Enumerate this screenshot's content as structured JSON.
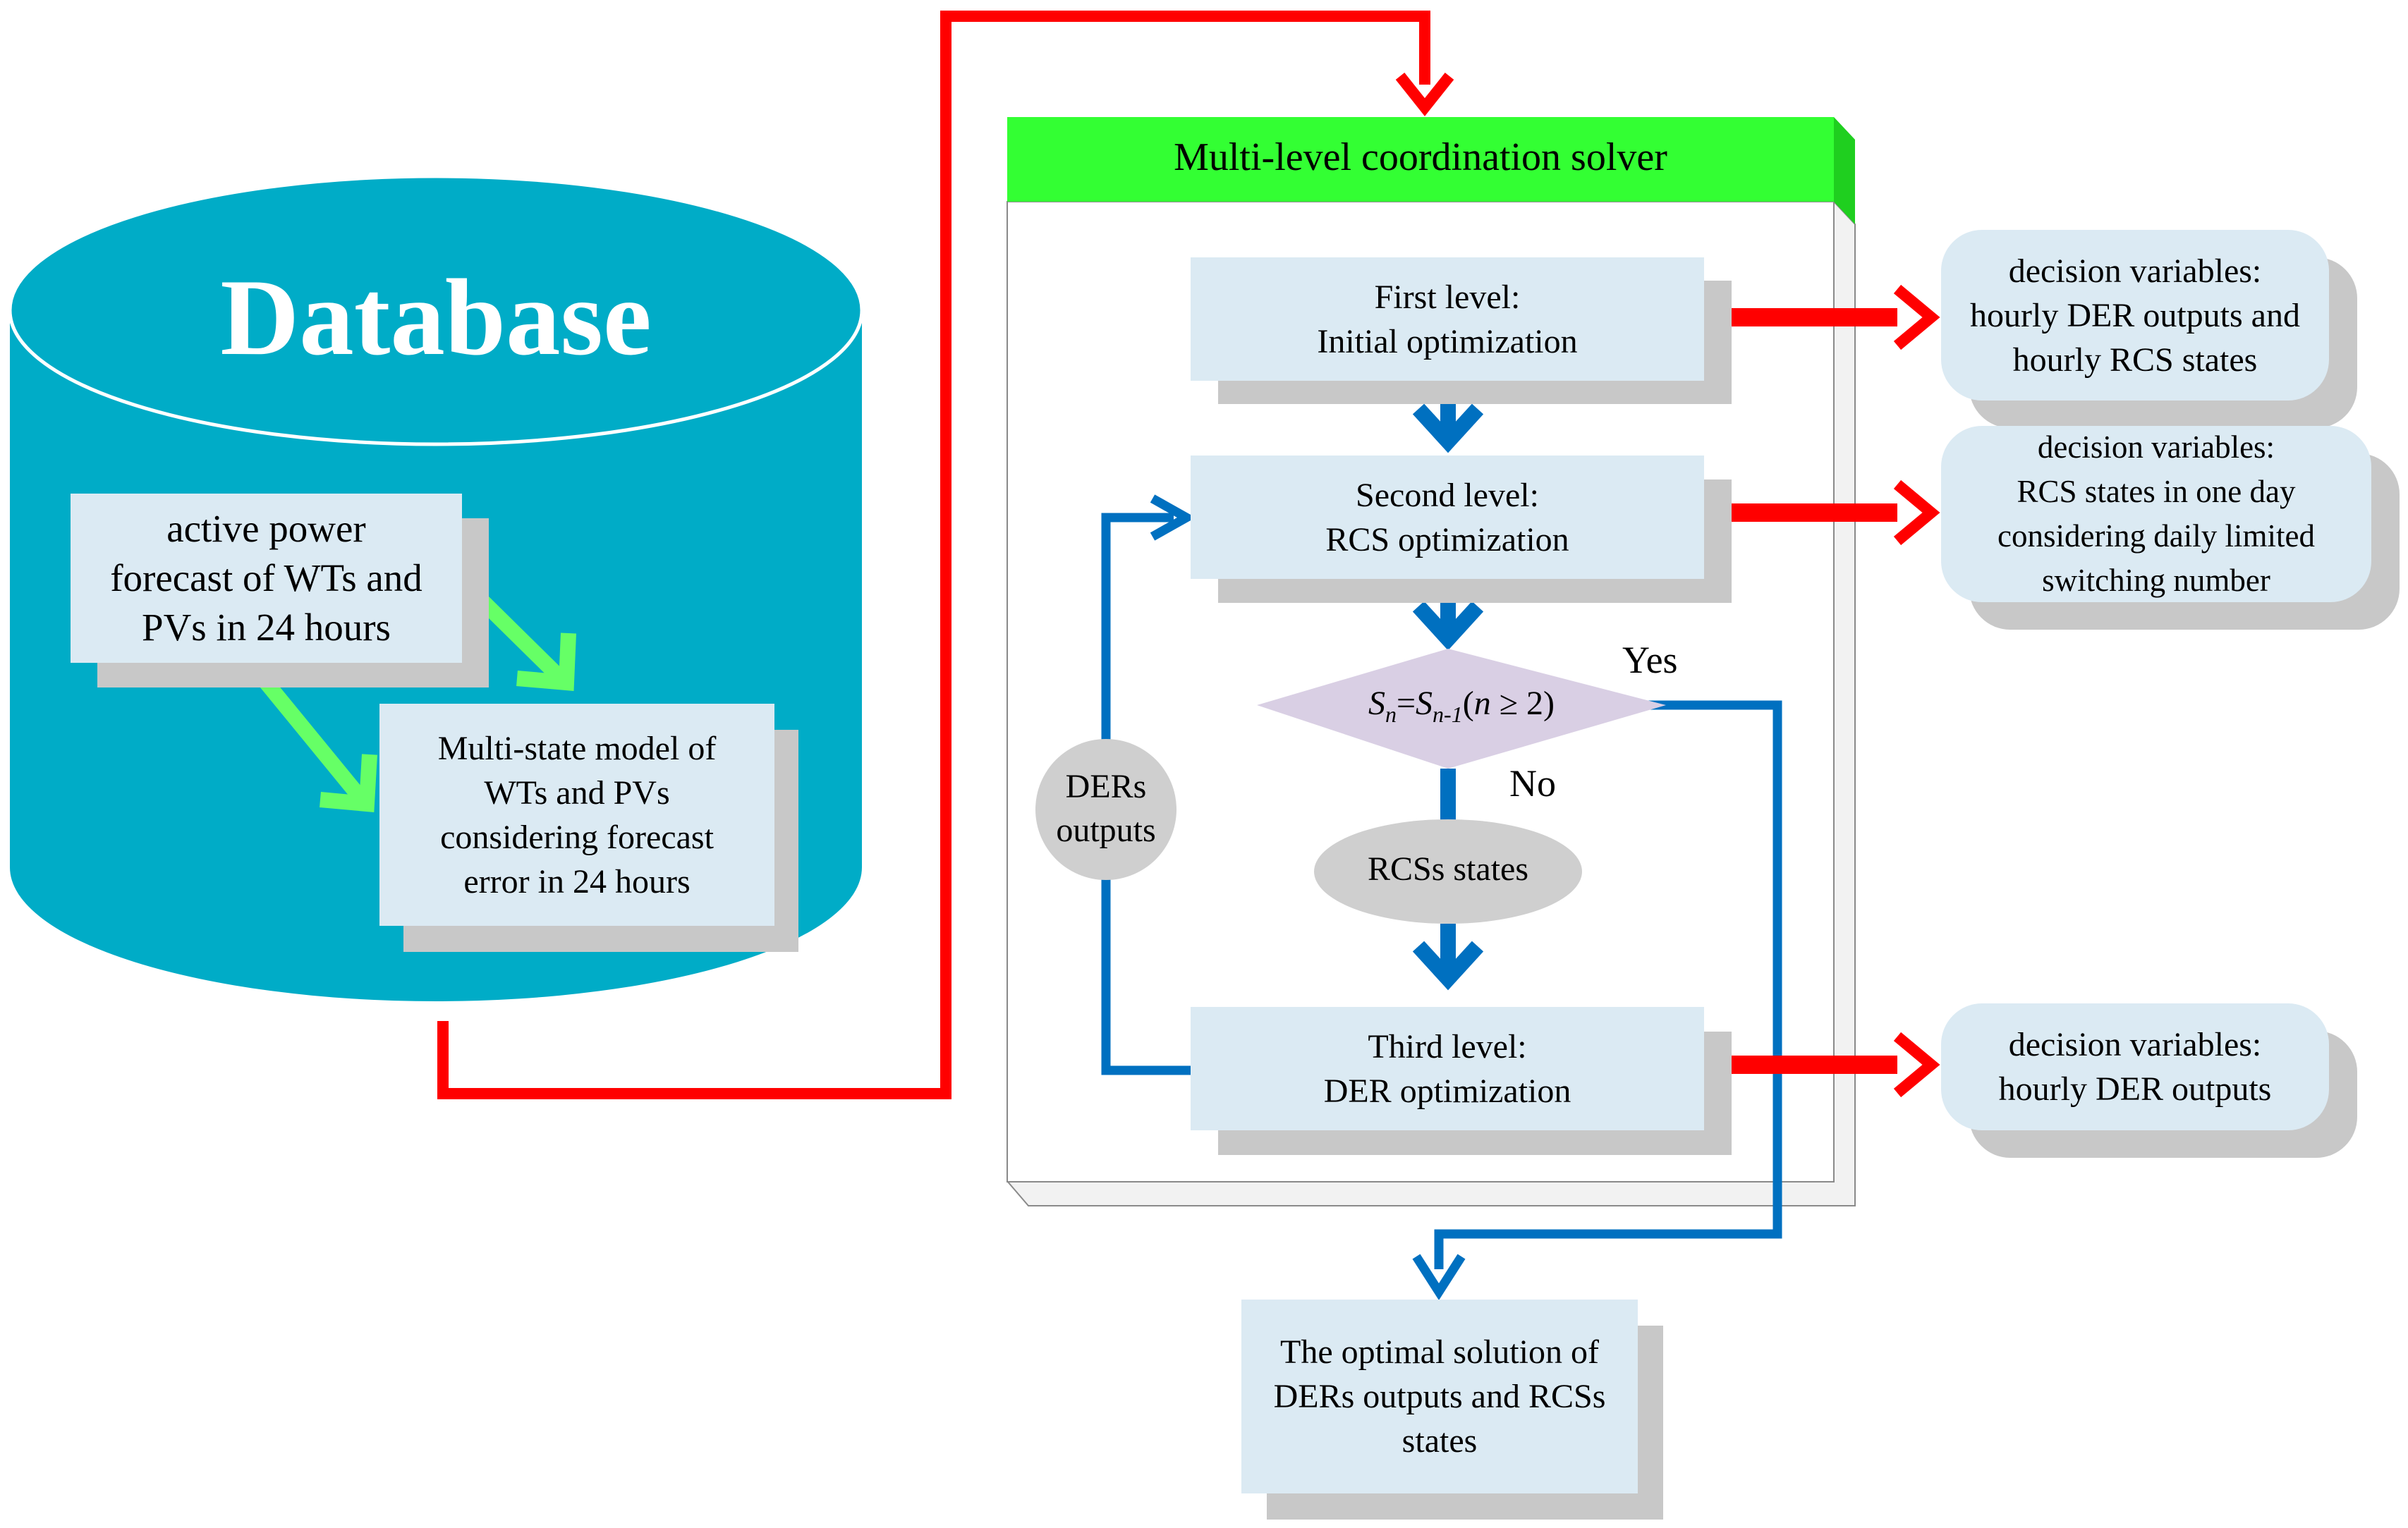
{
  "database": {
    "title": "Database",
    "forecast_box": [
      "active power",
      "forecast of WTs and",
      "PVs in 24 hours"
    ],
    "model_box": [
      "Multi-state model of",
      "WTs and PVs",
      "considering forecast",
      "error in 24 hours"
    ]
  },
  "solver": {
    "title": "Multi-level coordination solver",
    "level1": [
      "First level:",
      "Initial optimization"
    ],
    "level2": [
      "Second level:",
      "RCS optimization"
    ],
    "level3": [
      "Third level:",
      "DER optimization"
    ],
    "condition": {
      "lhs": "S",
      "lhs_sub": "n",
      "eq": "=",
      "rhs": "S",
      "rhs_sub": "n-1",
      "tail_open": "(",
      "tail_var": "n",
      "tail_rest": " ≥ 2)"
    },
    "yes_label": "Yes",
    "no_label": "No",
    "rcs_states": "RCSs states",
    "der_outputs": [
      "DERs",
      "outputs"
    ]
  },
  "decisions": {
    "d1": [
      "decision variables:",
      "hourly DER outputs and",
      "hourly RCS states"
    ],
    "d2": [
      "decision variables:",
      "RCS states in one day",
      "considering daily limited",
      "switching number"
    ],
    "d3": [
      "decision variables:",
      "hourly  DER outputs"
    ]
  },
  "result": [
    "The optimal solution of",
    "DERs outputs and RCSs",
    "states"
  ],
  "colors": {
    "cylinder": "#00acc7",
    "box_fill": "#dbeaf3",
    "shadow": "#c8c8c8",
    "header": "#33ff33",
    "red_arrow": "#ff0000",
    "blue_arrow": "#0070c0",
    "green_arrow": "#66ff66",
    "diamond": "#d9cfe4",
    "ellipse": "#cfcfcf"
  }
}
